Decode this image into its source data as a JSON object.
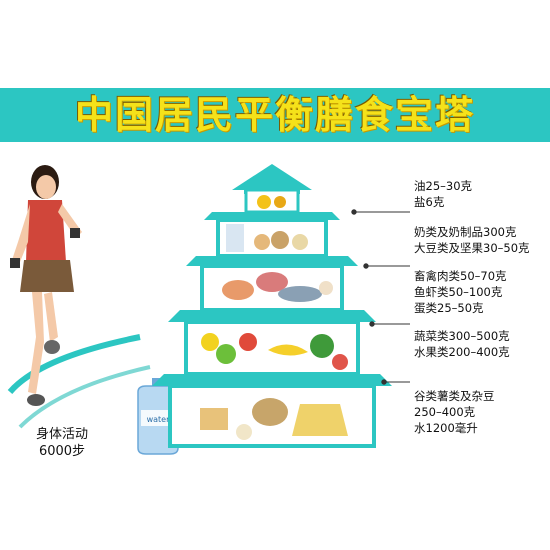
{
  "title": "中国居民平衡膳食宝塔",
  "activity": {
    "line1": "身体活动",
    "line2": "6000步"
  },
  "water_label": "water",
  "tiers": [
    {
      "lines": [
        "油25–30克",
        "盐6克"
      ]
    },
    {
      "lines": [
        "奶类及奶制品300克",
        "大豆类及坚果30–50克"
      ]
    },
    {
      "lines": [
        "畜禽肉类50–70克",
        "鱼虾类50–100克",
        "蛋类25–50克"
      ]
    },
    {
      "lines": [
        "蔬菜类300–500克",
        "水果类200–400克"
      ]
    },
    {
      "lines": [
        "谷类薯类及杂豆",
        "250–400克",
        "水1200毫升"
      ]
    }
  ],
  "colors": {
    "banner": "#2cc6c2",
    "title": "#f5e21a",
    "pagoda": "#2cc6c2",
    "roof": "#23aaa6"
  }
}
